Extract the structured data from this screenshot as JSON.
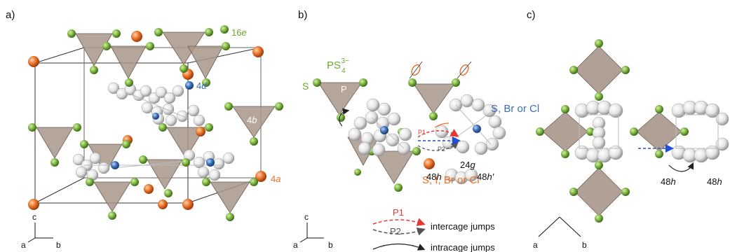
{
  "panels": {
    "a": {
      "label": "a)",
      "sites": {
        "16e": [
          "16",
          "e"
        ],
        "4d": [
          "4",
          "d"
        ],
        "4b": [
          "4",
          "b"
        ],
        "4a": [
          "4",
          "a"
        ]
      },
      "axes": {
        "c": "c",
        "a": "a",
        "b": "b"
      }
    },
    "b": {
      "label": "b)",
      "ps4": {
        "base": "PS",
        "sub": "4",
        "sup": "3−"
      },
      "s_label": "S",
      "p_label": "P",
      "halide_top": "S, Br or Cl",
      "halide_bottom": "S, I, Br or Cl",
      "sites": {
        "24g": [
          "24",
          "g"
        ],
        "48h": [
          "48",
          "h"
        ],
        "48h_prime": [
          "48",
          "h′"
        ]
      },
      "jumps": {
        "p1": "P1",
        "p2": "P2"
      },
      "legend": {
        "p1": "P1",
        "p2": "P2",
        "intercage": "intercage jumps",
        "intracage": "intracage jumps"
      },
      "axes": {
        "c": "c",
        "a": "a",
        "b": "b"
      }
    },
    "c": {
      "label": "c)",
      "sites": {
        "48h_left": [
          "48",
          "h"
        ],
        "48h_right": [
          "48",
          "h"
        ]
      },
      "axes": {
        "a": "a",
        "b": "b"
      }
    }
  },
  "colors": {
    "tetrahedron": "#a8968a",
    "sulfur": "#7cb342",
    "p_site": "#e8712a",
    "li_cage": "#e8e8e8",
    "center_4d": "#3a6fb7",
    "label_green": "#6aaa2a",
    "label_orange": "#e8712a",
    "label_blue": "#3a6fb7",
    "jump_red": "#e53935",
    "jump_gray": "#555555",
    "jump_blue": "#1e4fd8"
  }
}
